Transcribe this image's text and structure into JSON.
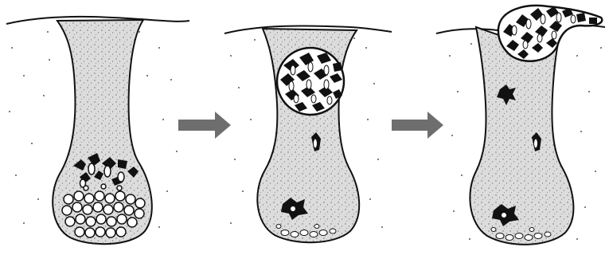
{
  "diagram": {
    "panels": [
      {
        "id": "stage-1"
      },
      {
        "id": "stage-2"
      },
      {
        "id": "stage-3"
      }
    ],
    "arrows": [
      {
        "from": "stage-1",
        "to": "stage-2"
      },
      {
        "from": "stage-2",
        "to": "stage-3"
      }
    ],
    "colors": {
      "background": "#ffffff",
      "crypt_fill": "#d9d9d9",
      "outline": "#111111",
      "speckle": "#555555",
      "arrow": "#6e6e6e",
      "cell_fill": "#ffffff"
    }
  }
}
